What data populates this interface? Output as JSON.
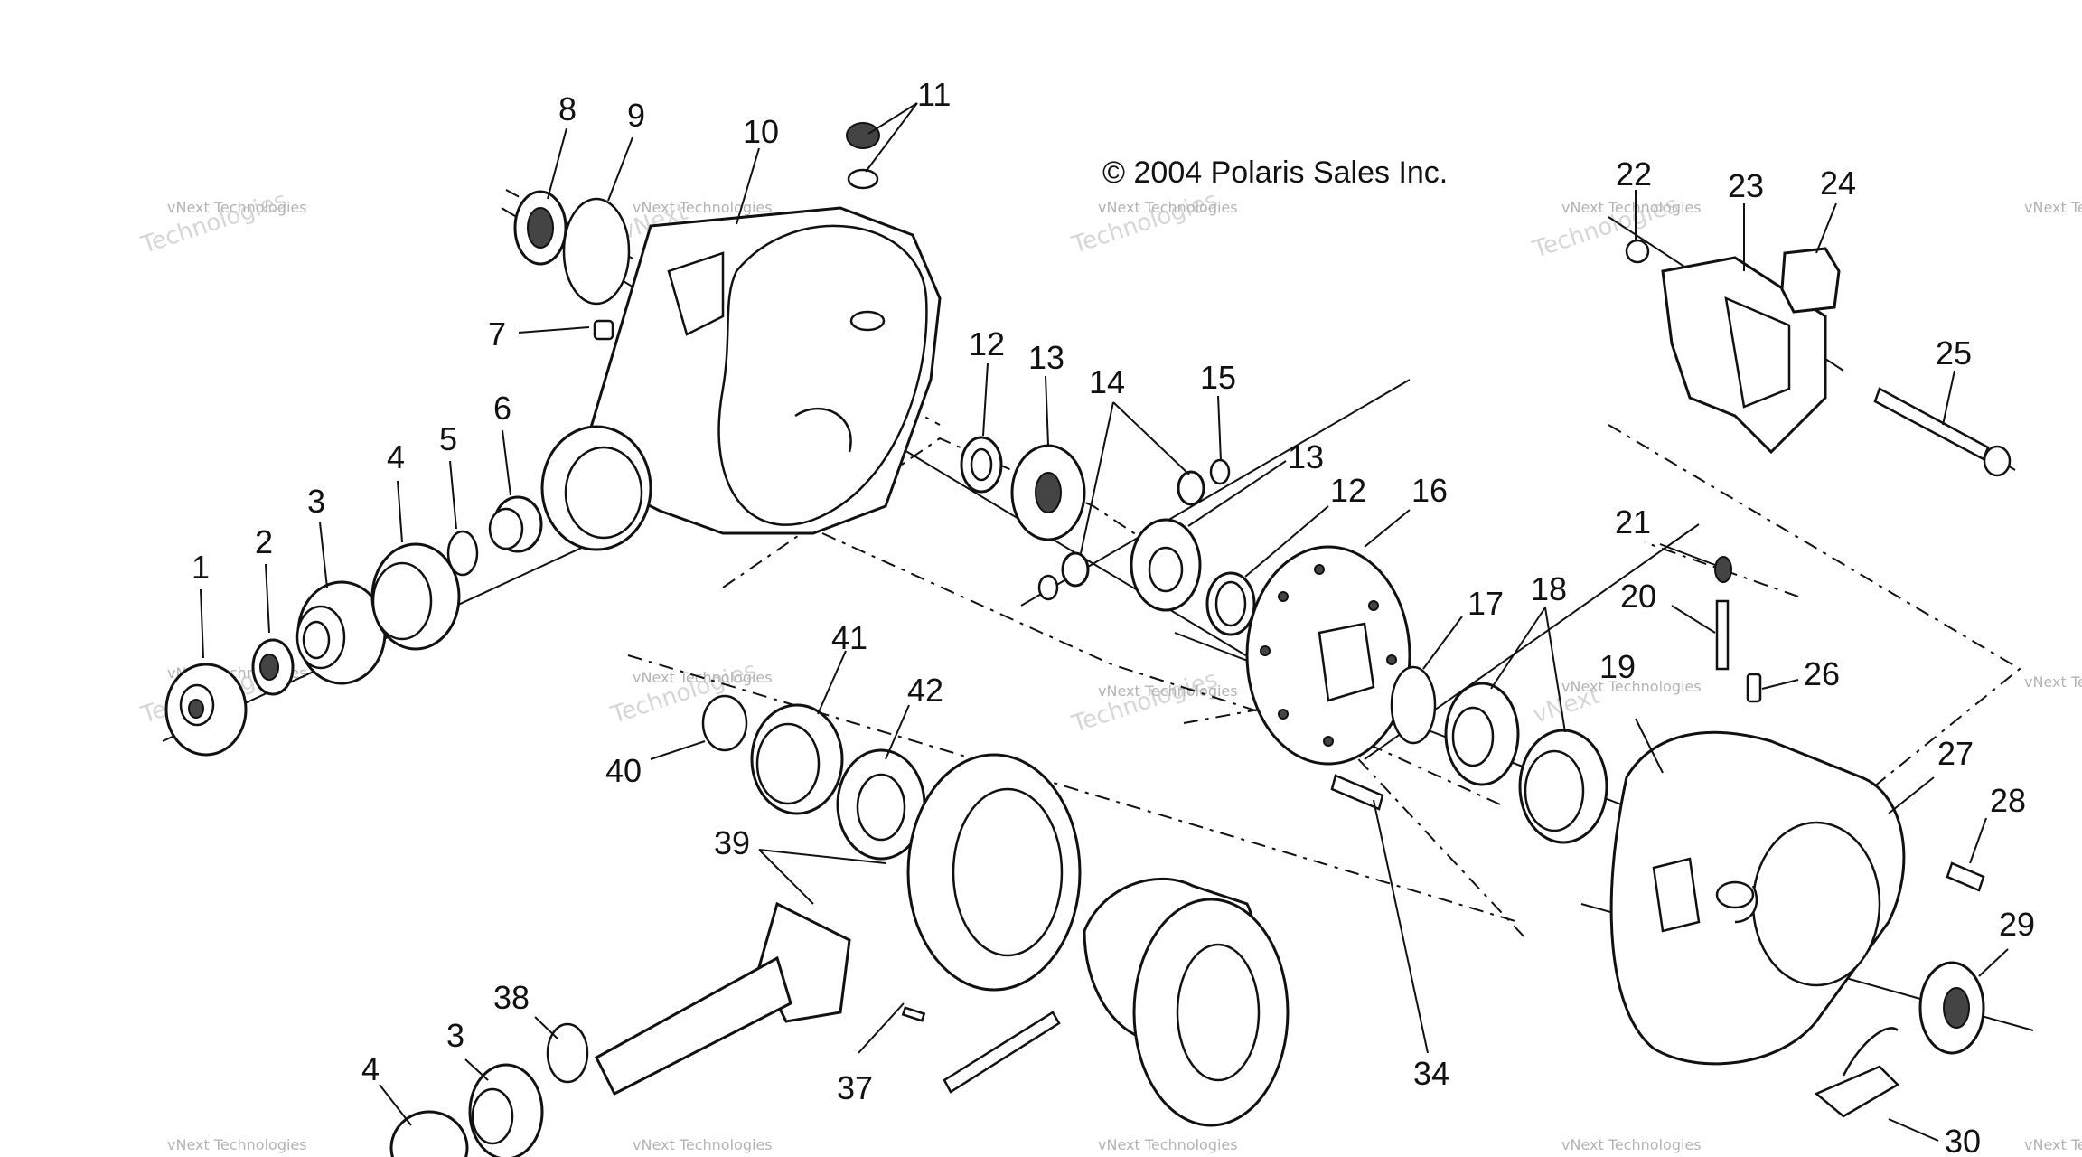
{
  "copyright": "© 2004 Polaris Sales Inc.",
  "watermark": {
    "line1": "vNext Technologies",
    "line2": "vNext",
    "line3": "Technologies"
  },
  "callouts": {
    "c1": "1",
    "c2": "2",
    "c3": "3",
    "c3b": "3",
    "c4": "4",
    "c4b": "4",
    "c5": "5",
    "c6": "6",
    "c7": "7",
    "c8": "8",
    "c9": "9",
    "c10": "10",
    "c11": "11",
    "c12": "12",
    "c12b": "12",
    "c13": "13",
    "c13b": "13",
    "c14": "14",
    "c15": "15",
    "c16": "16",
    "c17": "17",
    "c18": "18",
    "c19": "19",
    "c20": "20",
    "c21": "21",
    "c22": "22",
    "c23": "23",
    "c24": "24",
    "c25": "25",
    "c26": "26",
    "c27": "27",
    "c28": "28",
    "c29": "29",
    "c30": "30",
    "c34": "34",
    "c37": "37",
    "c38": "38",
    "c39": "39",
    "c40": "40",
    "c41": "41",
    "c42": "42"
  }
}
